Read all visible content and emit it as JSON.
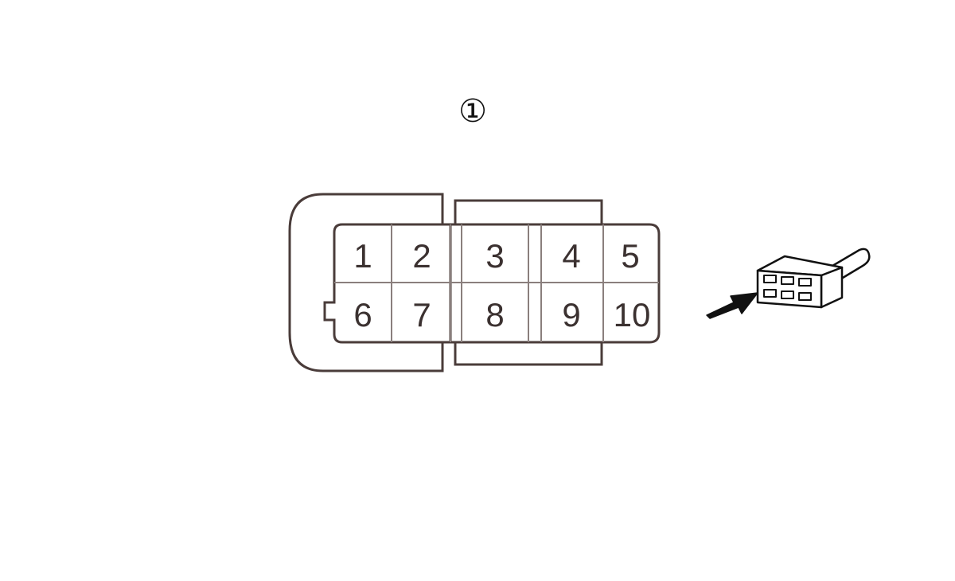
{
  "callout": "①",
  "connector": {
    "pins": [
      {
        "number": "1"
      },
      {
        "number": "2"
      },
      {
        "number": "3"
      },
      {
        "number": "4"
      },
      {
        "number": "5"
      },
      {
        "number": "6"
      },
      {
        "number": "7"
      },
      {
        "number": "8"
      },
      {
        "number": "9"
      },
      {
        "number": "10"
      }
    ]
  },
  "icons": {
    "plug": "connector-plug-icon",
    "arrow": "insertion-arrow-icon"
  },
  "colors": {
    "outline": "#4a3c3a",
    "inner_lines": "#8a7f7d",
    "label": "#3b3130"
  }
}
